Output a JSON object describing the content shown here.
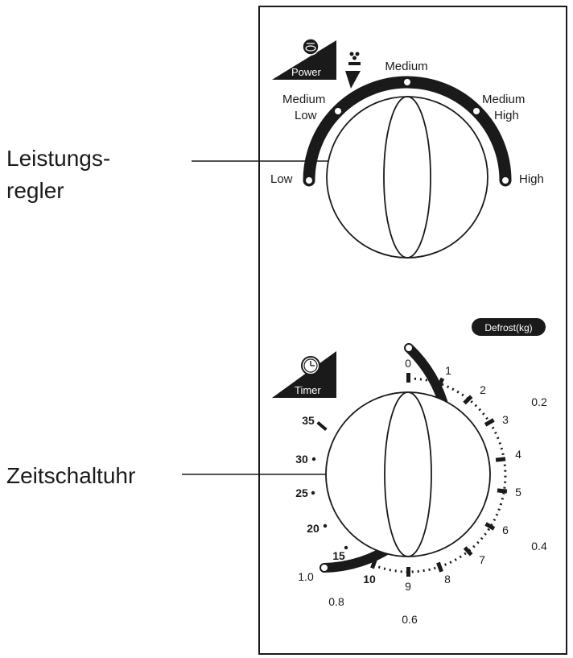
{
  "callouts": {
    "power_line1": "Leistungs-",
    "power_line2": "regler",
    "timer": "Zeitschaltuhr"
  },
  "power_dial": {
    "badge": "Power",
    "levels": {
      "low": "Low",
      "medium_low_1": "Medium",
      "medium_low_2": "Low",
      "medium": "Medium",
      "medium_high_1": "Medium",
      "medium_high_2": "High",
      "high": "High"
    }
  },
  "timer_dial": {
    "badge": "Timer",
    "defrost_badge": "Defrost(kg)",
    "minutes_right": [
      "0",
      "1",
      "2",
      "3",
      "4",
      "5",
      "6",
      "7",
      "8",
      "9"
    ],
    "minutes_left": [
      "10",
      "15",
      "20",
      "25",
      "30",
      "35"
    ],
    "defrost_weights": [
      "0.2",
      "0.4",
      "0.6",
      "0.8",
      "1.0"
    ]
  }
}
